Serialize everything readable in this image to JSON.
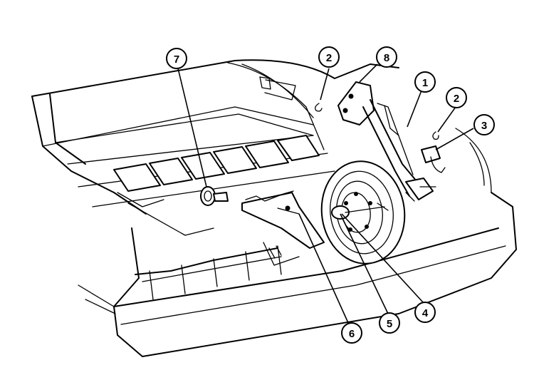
{
  "callouts": [
    {
      "id": "1",
      "label": "1"
    },
    {
      "id": "2a",
      "label": "2"
    },
    {
      "id": "2b",
      "label": "2"
    },
    {
      "id": "3",
      "label": "3"
    },
    {
      "id": "4",
      "label": "4"
    },
    {
      "id": "5",
      "label": "5"
    },
    {
      "id": "6",
      "label": "6"
    },
    {
      "id": "7",
      "label": "7"
    },
    {
      "id": "8",
      "label": "8"
    }
  ]
}
